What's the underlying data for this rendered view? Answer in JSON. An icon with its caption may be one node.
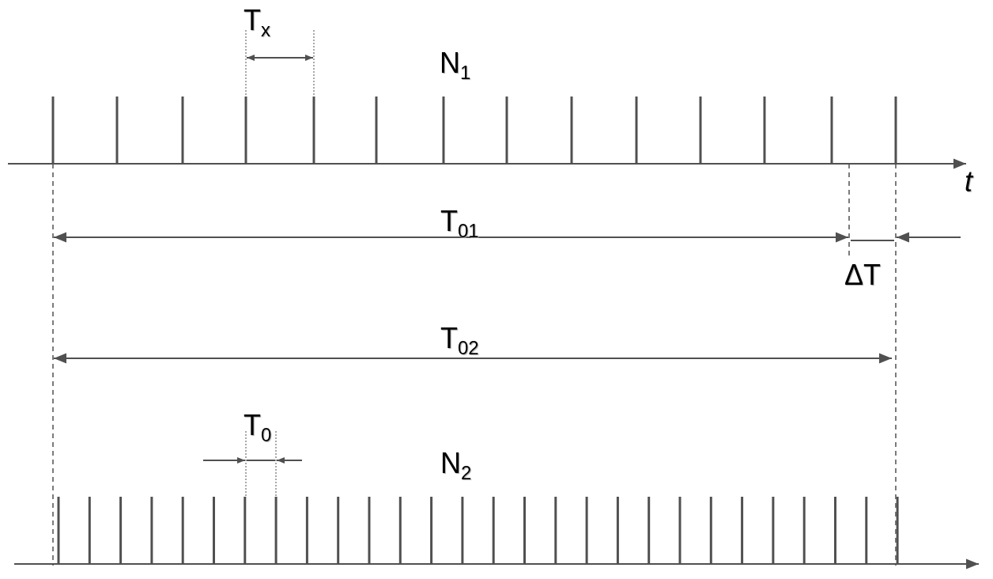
{
  "diagram": {
    "labels": [
      "T$_{x}$",
      "N$_{1}$",
      "t",
      "T$_{01}$",
      "ΔT",
      "T$_{02}$",
      "T$_{0}$",
      "N$_{2}$"
    ]
  }
}
